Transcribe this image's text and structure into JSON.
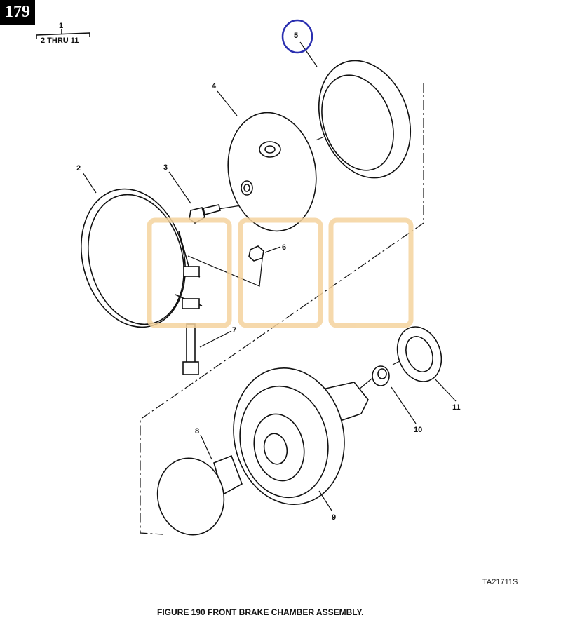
{
  "page_number": "179",
  "assembly_note": {
    "top": "1",
    "bottom": "2 THRU 11"
  },
  "callouts": {
    "c2": "2",
    "c3": "3",
    "c4": "4",
    "c5": "5",
    "c6": "6",
    "c7": "7",
    "c8": "8",
    "c9": "9",
    "c10": "10",
    "c11": "11"
  },
  "highlight_color": "#2a2fb0",
  "watermark_color": "#f5d39e",
  "reference_code": "TA21711S",
  "caption": "FIGURE 190 FRONT BRAKE CHAMBER ASSEMBLY."
}
